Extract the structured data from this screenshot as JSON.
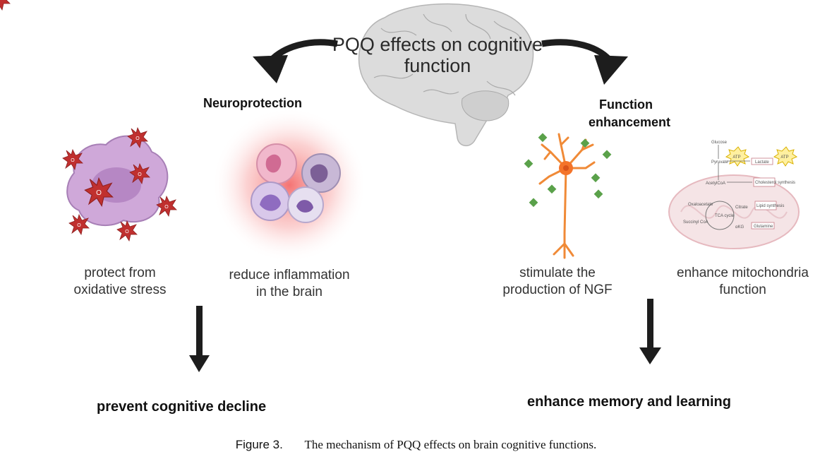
{
  "title": "PQQ effects on cognitive function",
  "branches": {
    "left": {
      "heading": "Neuroprotection",
      "items": [
        {
          "caption_line1": "protect from",
          "caption_line2": "oxidative stress"
        },
        {
          "caption_line1": "reduce inflammation",
          "caption_line2": "in the brain"
        }
      ],
      "outcome": "prevent cognitive decline"
    },
    "right": {
      "heading_line1": "Function",
      "heading_line2": "enhancement",
      "items": [
        {
          "caption_line1": "stimulate the",
          "caption_line2": "production of NGF"
        },
        {
          "caption_line1": "enhance mitochondria",
          "caption_line2": "function"
        }
      ],
      "outcome": "enhance memory and learning"
    }
  },
  "radical_label": "O",
  "mito_labels": {
    "glucose": "Glucose",
    "pyruvate": "Pyruvate",
    "lactate": "Lactate",
    "acetyl_coa": "AcetylCoA",
    "cholesterol": "Cholesterol synthesis",
    "lipid": "Lipid synthesis",
    "tca": "TCA cycle",
    "oxaloacetate": "Oxaloacetate",
    "citrate": "Citrate",
    "akg": "αKG",
    "succinyl": "Succinyl CoA",
    "glutamine": "Glutamine",
    "atp": "ATP"
  },
  "figure_caption": {
    "label": "Figure 3.",
    "text": "The mechanism of PQQ effects on brain cognitive functions."
  }
}
